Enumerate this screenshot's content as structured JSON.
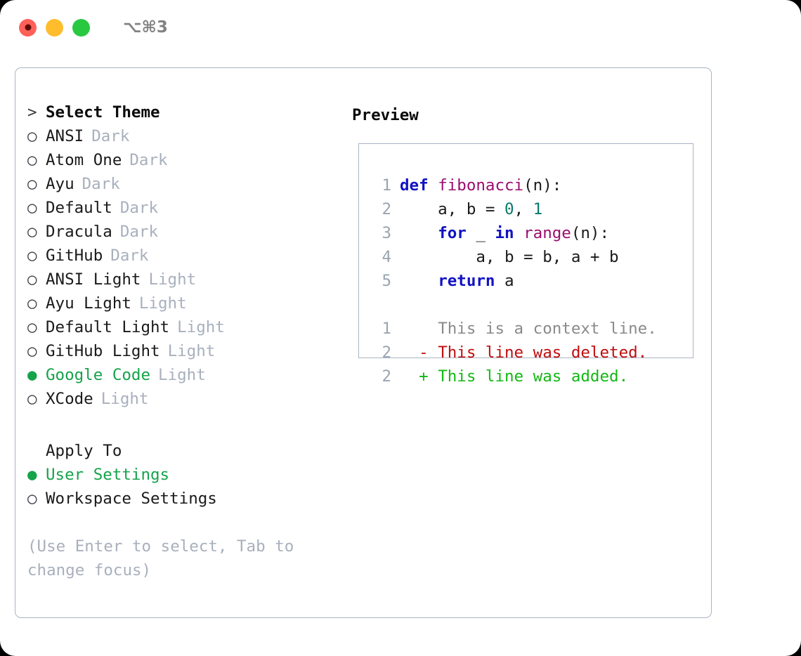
{
  "titlebar": {
    "shortcut": "⌥⌘3",
    "lights": [
      {
        "name": "close",
        "color": "#ff6159"
      },
      {
        "name": "minimize",
        "color": "#ffbd2e"
      },
      {
        "name": "maximize",
        "color": "#28c840"
      }
    ]
  },
  "theme_picker": {
    "heading_marker": ">",
    "heading": "Select Theme",
    "selected_theme": "Google Code",
    "items": [
      {
        "marker": "○",
        "label": "ANSI",
        "variant": "Dark",
        "selected": false
      },
      {
        "marker": "○",
        "label": "Atom One",
        "variant": "Dark",
        "selected": false
      },
      {
        "marker": "○",
        "label": "Ayu",
        "variant": "Dark",
        "selected": false
      },
      {
        "marker": "○",
        "label": "Default",
        "variant": "Dark",
        "selected": false
      },
      {
        "marker": "○",
        "label": "Dracula",
        "variant": "Dark",
        "selected": false
      },
      {
        "marker": "○",
        "label": "GitHub",
        "variant": "Dark",
        "selected": false
      },
      {
        "marker": "○",
        "label": "ANSI Light",
        "variant": "Light",
        "selected": false
      },
      {
        "marker": "○",
        "label": "Ayu Light",
        "variant": "Light",
        "selected": false
      },
      {
        "marker": "○",
        "label": "Default Light",
        "variant": "Light",
        "selected": false
      },
      {
        "marker": "○",
        "label": "GitHub Light",
        "variant": "Light",
        "selected": false
      },
      {
        "marker": "●",
        "label": "Google Code",
        "variant": "Light",
        "selected": true
      },
      {
        "marker": "○",
        "label": "XCode",
        "variant": "Light",
        "selected": false
      }
    ]
  },
  "apply_to": {
    "heading": "Apply To",
    "selected": "User Settings",
    "items": [
      {
        "marker": "●",
        "label": "User Settings",
        "selected": true
      },
      {
        "marker": "○",
        "label": "Workspace Settings",
        "selected": false
      }
    ]
  },
  "hint": "(Use Enter to select, Tab to change focus)",
  "preview": {
    "title": "Preview",
    "code_lines": [
      {
        "number": "1",
        "tokens": [
          {
            "t": "def",
            "c": "kw"
          },
          {
            "t": " ",
            "c": "pn"
          },
          {
            "t": "fibonacci",
            "c": "fn"
          },
          {
            "t": "(n):",
            "c": "pn"
          }
        ]
      },
      {
        "number": "2",
        "tokens": [
          {
            "t": "    a, b = ",
            "c": "pn"
          },
          {
            "t": "0",
            "c": "num"
          },
          {
            "t": ", ",
            "c": "pn"
          },
          {
            "t": "1",
            "c": "num"
          }
        ]
      },
      {
        "number": "3",
        "tokens": [
          {
            "t": "    ",
            "c": "pn"
          },
          {
            "t": "for",
            "c": "kw"
          },
          {
            "t": " _ ",
            "c": "pn"
          },
          {
            "t": "in",
            "c": "kw"
          },
          {
            "t": " ",
            "c": "pn"
          },
          {
            "t": "range",
            "c": "fn"
          },
          {
            "t": "(n):",
            "c": "pn"
          }
        ]
      },
      {
        "number": "4",
        "tokens": [
          {
            "t": "        a, b = b, a + b",
            "c": "pn"
          }
        ]
      },
      {
        "number": "5",
        "tokens": [
          {
            "t": "    ",
            "c": "pn"
          },
          {
            "t": "return",
            "c": "kw"
          },
          {
            "t": " a",
            "c": "pn"
          }
        ]
      }
    ],
    "diff_lines": [
      {
        "number": "1",
        "marker": " ",
        "text": "This is a context line.",
        "kind": "context"
      },
      {
        "number": "2",
        "marker": "-",
        "text": "This line was deleted.",
        "kind": "deleted"
      },
      {
        "number": "2",
        "marker": "+",
        "text": "This line was added.",
        "kind": "added"
      }
    ]
  },
  "colors": {
    "accent_green": "#16a34a",
    "muted": "#a8b0bd",
    "border": "#aab4c4",
    "keyword": "#1212c4",
    "function": "#9b0e6e",
    "number": "#0b7a6e",
    "diff_added": "#14b814",
    "diff_deleted": "#c00d0d",
    "diff_context": "#8a8a8a"
  }
}
